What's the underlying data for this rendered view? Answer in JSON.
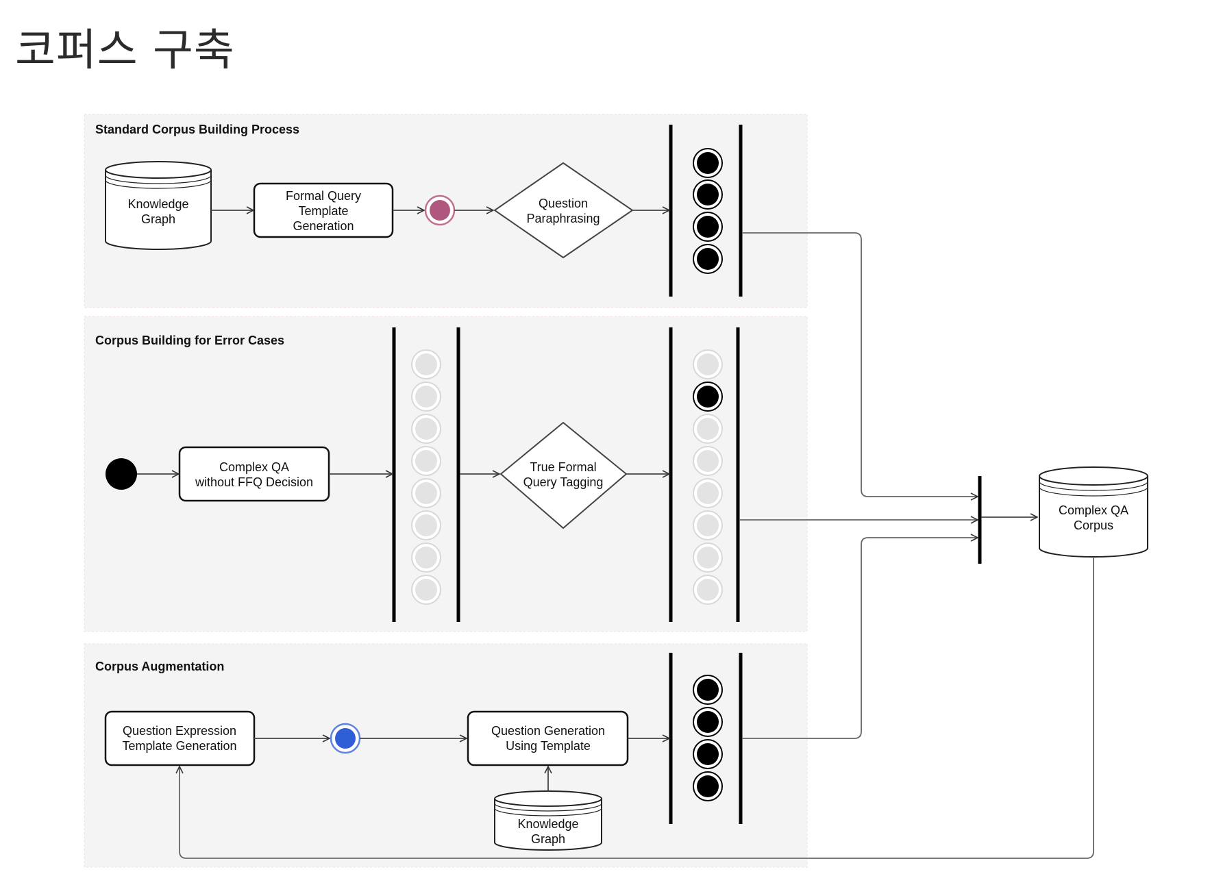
{
  "page": {
    "title": "코퍼스 구축"
  },
  "lanes": {
    "standard": {
      "title": "Standard Corpus Building Process"
    },
    "error": {
      "title": "Corpus Building for Error Cases"
    },
    "augmentation": {
      "title": "Corpus Augmentation"
    }
  },
  "nodes": {
    "kg_top": {
      "line1": "Knowledge",
      "line2": "Graph"
    },
    "formal_query": {
      "line1": "Formal Query",
      "line2": "Template",
      "line3": "Generation"
    },
    "question_paraphrasing": {
      "line1": "Question",
      "line2": "Paraphrasing"
    },
    "complex_qa_no_ffq": {
      "line1": "Complex QA",
      "line2": "without FFQ Decision"
    },
    "true_formal_query": {
      "line1": "True Formal",
      "line2": "Query Tagging"
    },
    "question_expression": {
      "line1": "Question Expression",
      "line2": "Template Generation"
    },
    "question_generation": {
      "line1": "Question Generation",
      "line2": "Using Template"
    },
    "kg_bottom": {
      "line1": "Knowledge",
      "line2": "Graph"
    },
    "complex_qa_corpus": {
      "line1": "Complex QA",
      "line2": "Corpus"
    }
  },
  "colors": {
    "lane_bg": "#f4f4f4",
    "lane_border": "#f2dede",
    "pink_marker": "#b0577f",
    "blue_marker": "#2f5fd6",
    "active_token": "#000000",
    "inactive_token": "#e3e3e3",
    "line": "#555555"
  },
  "icons": {
    "start": "filled-circle",
    "merge_marker_pink": "double-circle",
    "merge_marker_blue": "double-circle",
    "token": "circle"
  }
}
